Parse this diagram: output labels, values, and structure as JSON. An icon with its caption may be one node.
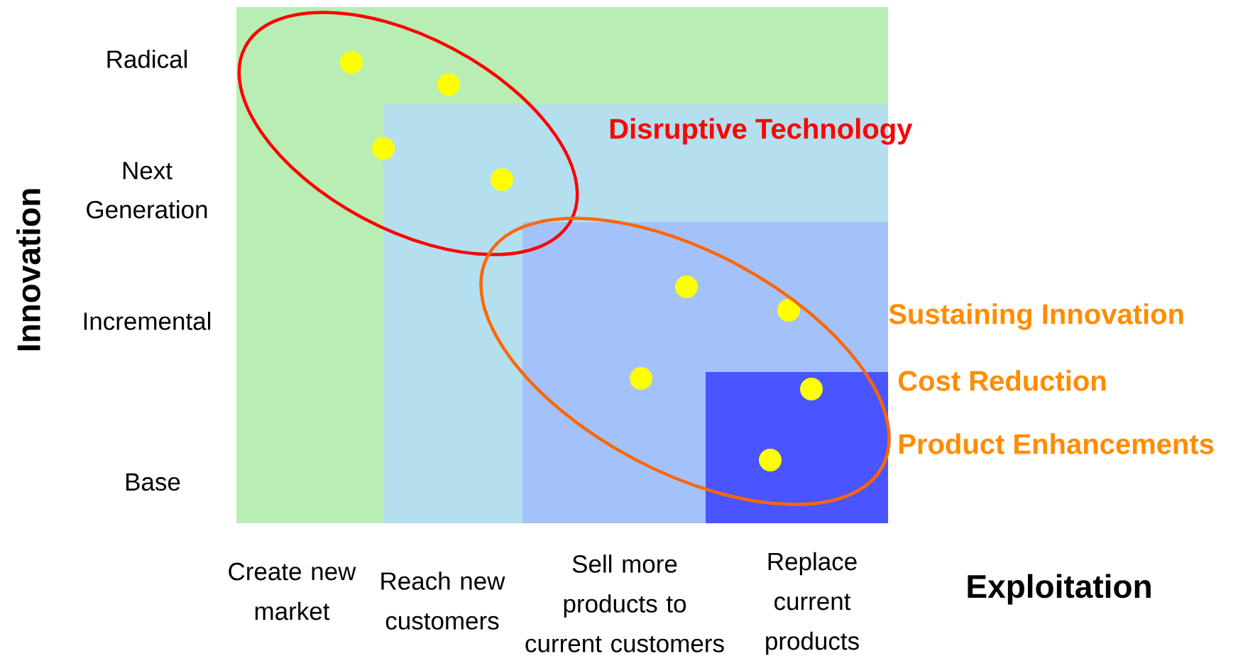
{
  "diagram": {
    "labels": [
      "Radical",
      "Next Generation",
      "Incremental",
      "Base",
      "Innovation",
      "Disruptive Technology",
      "Sustaining Innovation",
      "Cost Reduction",
      "Product Enhancements",
      "Create new market",
      "Reach new customers",
      "Sell more products to current customers",
      "Replace current products",
      "Exploitation"
    ]
  }
}
